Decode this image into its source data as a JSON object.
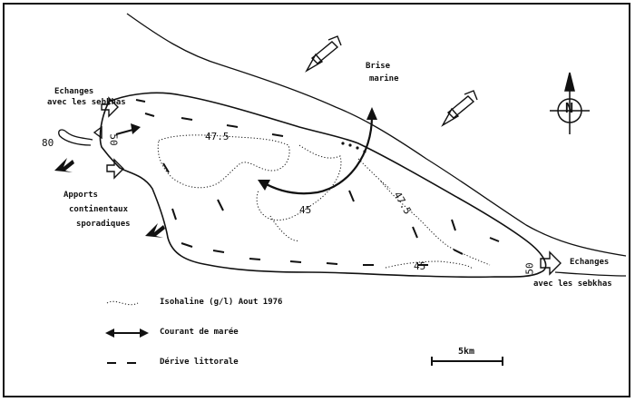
{
  "labels": {
    "brise_line1": "Brise",
    "brise_line2": "marine",
    "echanges_w_line1": "Echanges",
    "echanges_w_line2": "avec les sebkhas",
    "echanges_e_line1": "Echanges",
    "echanges_e_line2": "avec  les  sebkhas",
    "apports_line1": "Apports",
    "apports_line2": "continentaux",
    "apports_line3": "sporadiques",
    "north": "N"
  },
  "values": {
    "v80": "80",
    "v50_w": "50",
    "v50_e": "50",
    "v47_5_a": "47.5",
    "v47_5_b": "47.5",
    "v45_a": "45",
    "v45_b": "45"
  },
  "legend": {
    "isohaline": "Isohaline  (g/l)   Aout 1976",
    "courant": "Courant  de  marée",
    "derive": "Dérive  littorale"
  },
  "scale": {
    "label": "5km"
  },
  "colors": {
    "ink": "#111111",
    "background": "#ffffff"
  }
}
